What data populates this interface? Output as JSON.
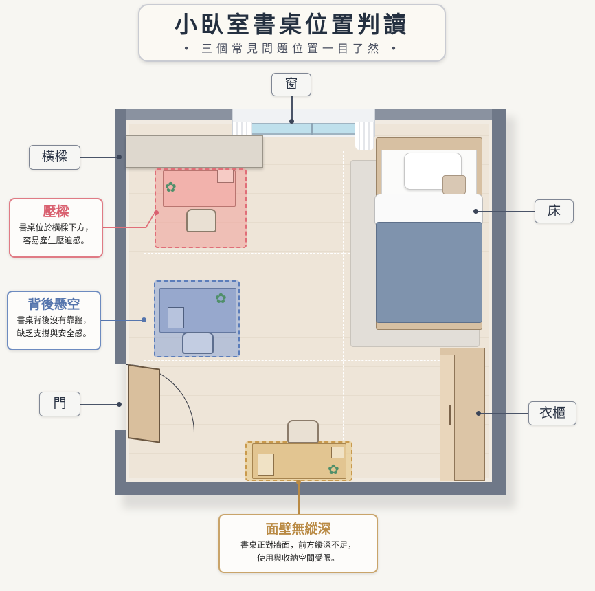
{
  "title": {
    "main": "小臥室書桌位置判讀",
    "subtitle": "• 三個常見問題位置一目了然 •"
  },
  "labels": {
    "window": "窗",
    "beam": "橫樑",
    "door": "門",
    "bed": "床",
    "wardrobe": "衣櫃"
  },
  "callouts": {
    "beam_pressure": {
      "title": "壓樑",
      "desc_line1": "書桌位於橫樑下方，",
      "desc_line2": "容易產生壓迫感。",
      "color": "#d9606f"
    },
    "back_void": {
      "title": "背後懸空",
      "desc_line1": "書桌背後沒有靠牆，",
      "desc_line2": "缺乏支撐與安全感。",
      "color": "#5575ad"
    },
    "facing_wall": {
      "title": "面壁無縱深",
      "desc_line1": "書桌正對牆面，前方縱深不足，",
      "desc_line2": "使用與收納空間受限。",
      "color": "#b98a44"
    }
  },
  "colors": {
    "wall": "#6f7888",
    "floor": "#eee5d8",
    "beam_zone": "#f2b8b4",
    "void_zone": "#a9bde0",
    "wall_zone": "#e8cf9f",
    "bed_blanket": "#7f93ad",
    "wood": "#d9c1a3"
  },
  "icons": [
    "flower-icon",
    "book-icon",
    "chair-icon",
    "curtain-icon",
    "pillow-icon"
  ]
}
